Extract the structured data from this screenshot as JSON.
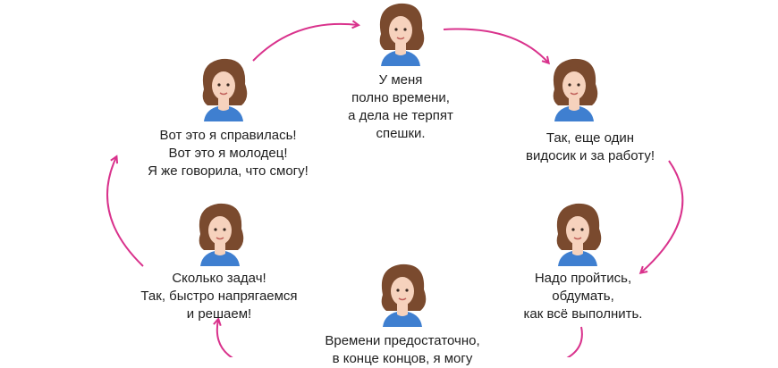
{
  "colors": {
    "arrow": "#d9328c",
    "hair": "#7a4a2e",
    "skin": "#f6d2bd",
    "top": "#3f7fd0"
  },
  "steps": [
    {
      "lines": [
        "У меня",
        "полно времени,",
        "а дела не терпят",
        "спешки."
      ]
    },
    {
      "lines": [
        "Так, еще один",
        "видосик и за работу!"
      ]
    },
    {
      "lines": [
        "Надо пройтись,",
        "обдумать,",
        "как всё выполнить."
      ]
    },
    {
      "lines": [
        "Времени предостаточно,",
        "в конце концов, я могу"
      ]
    },
    {
      "lines": [
        "Сколько задач!",
        "Так, быстро напрягаемся",
        "и решаем!"
      ]
    },
    {
      "lines": [
        "Вот это я справилась!",
        "Вот это я молодец!",
        "Я же говорила, что смогу!"
      ]
    }
  ]
}
